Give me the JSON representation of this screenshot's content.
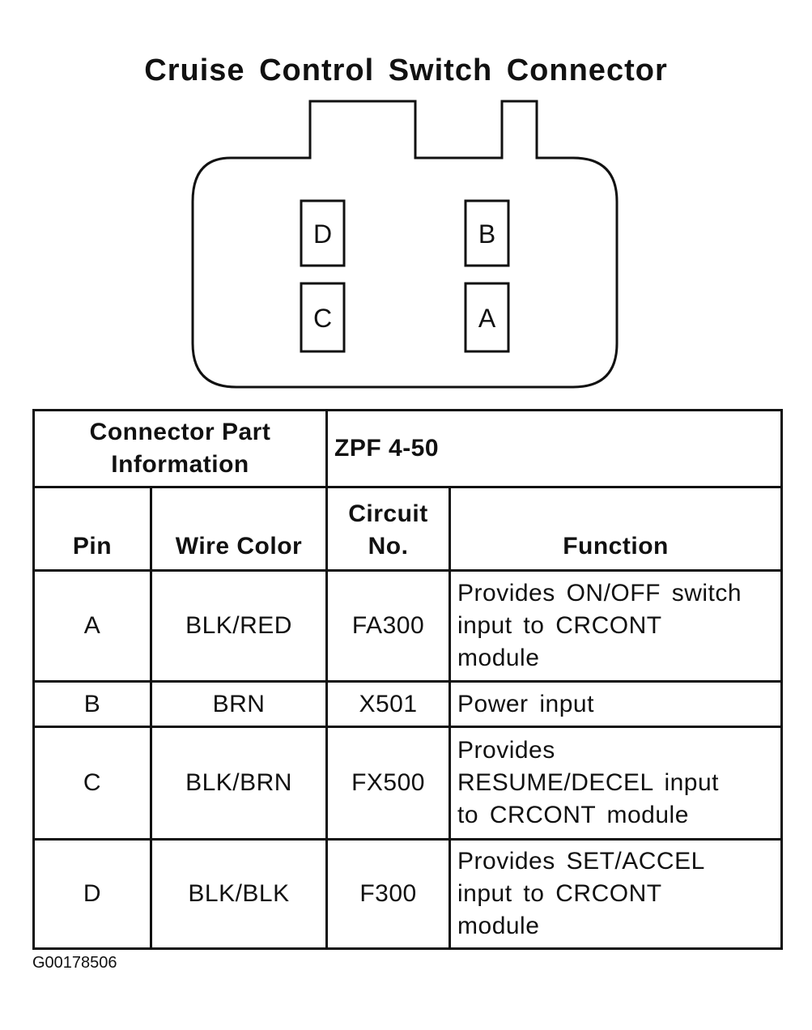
{
  "title": "Cruise Control Switch Connector",
  "connector": {
    "pins": [
      "D",
      "B",
      "C",
      "A"
    ]
  },
  "table": {
    "part_info_label_line1": "Connector Part",
    "part_info_label_line2": "Information",
    "part_info_value": "ZPF 4-50",
    "headers": {
      "pin": "Pin",
      "wire_color": "Wire Color",
      "circuit_line1": "Circuit",
      "circuit_line2": "No.",
      "function": "Function"
    },
    "rows": [
      {
        "pin": "A",
        "wire_color": "BLK/RED",
        "circuit": "FA300",
        "function_lines": [
          "Provides ON/OFF switch",
          "input to CRCONT",
          "module"
        ]
      },
      {
        "pin": "B",
        "wire_color": "BRN",
        "circuit": "X501",
        "function_lines": [
          "Power input"
        ]
      },
      {
        "pin": "C",
        "wire_color": "BLK/BRN",
        "circuit": "FX500",
        "function_lines": [
          "Provides",
          "RESUME/DECEL input",
          "to CRCONT module"
        ]
      },
      {
        "pin": "D",
        "wire_color": "BLK/BLK",
        "circuit": "F300",
        "function_lines": [
          "Provides SET/ACCEL",
          "input to CRCONT",
          "module"
        ]
      }
    ]
  },
  "figure_code": "G00178506"
}
